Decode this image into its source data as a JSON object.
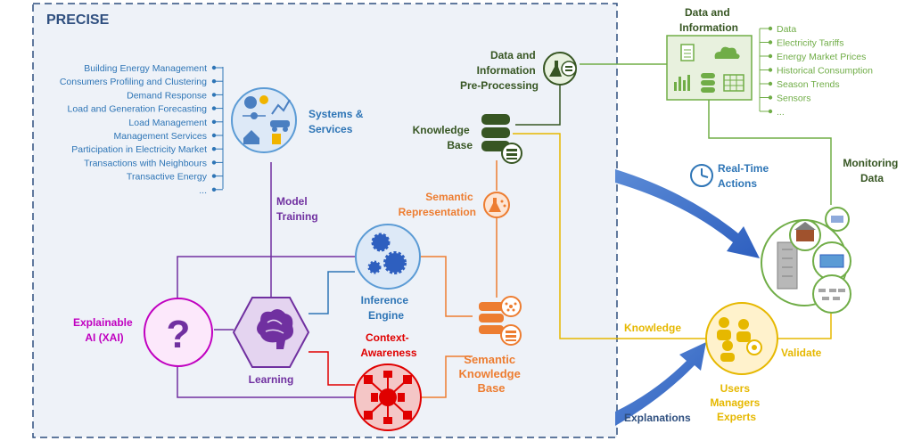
{
  "frame_title": "PRECISE",
  "systems_label": [
    "Systems &",
    "Services"
  ],
  "systems_services": [
    "Building Energy Management",
    "Consumers Profiling and Clustering",
    "Demand Response",
    "Load and Generation Forecasting",
    "Load Management",
    "Management Services",
    "Participation in Electricity Market",
    "Transactions with Neighbours",
    "Transactive Energy",
    "..."
  ],
  "model_training": [
    "Model",
    "Training"
  ],
  "inference_engine": [
    "Inference",
    "Engine"
  ],
  "xai": [
    "Explainable",
    "AI (XAI)"
  ],
  "learning": "Learning",
  "context_awareness": [
    "Context-",
    "Awareness"
  ],
  "semantic_kb": [
    "Semantic",
    "Knowledge",
    "Base"
  ],
  "semantic_rep": [
    "Semantic",
    "Representation"
  ],
  "knowledge_base": [
    "Knowledge",
    "Base"
  ],
  "preprocessing": [
    "Data and",
    "Information",
    "Pre-Processing"
  ],
  "data_info_title": [
    "Data and",
    "Information"
  ],
  "data_items": [
    "Data",
    "Electricity Tariffs",
    "Energy Market Prices",
    "Historical Consumption",
    "Season Trends",
    "Sensors",
    "..."
  ],
  "realtime": [
    "Real-Time",
    "Actions"
  ],
  "monitoring": [
    "Monitoring",
    "Data"
  ],
  "knowledge": "Knowledge",
  "validate": "Validate",
  "explanations": "Explanations",
  "users": [
    "Users",
    "Managers",
    "Experts"
  ],
  "xai_symbol": "?",
  "colors": {
    "frame": "#2f4f7f",
    "blue": "#2e75b6",
    "purple": "#7030a0",
    "magenta": "#c000c0",
    "red": "#e00000",
    "orange": "#ed7d31",
    "gold": "#e6b800",
    "green": "#70ad47",
    "darkgreen": "#375623"
  }
}
